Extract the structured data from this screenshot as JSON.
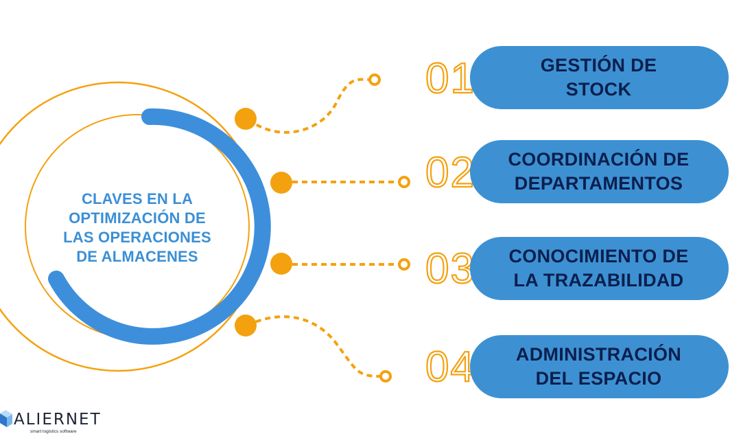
{
  "center": {
    "lines": [
      "CLAVES EN LA",
      "OPTIMIZACIÓN DE",
      "LAS OPERACIONES",
      "DE ALMACENES"
    ]
  },
  "items": [
    {
      "number": "01",
      "lines": [
        "GESTIÓN DE",
        "STOCK"
      ]
    },
    {
      "number": "02",
      "lines": [
        "COORDINACIÓN DE",
        "DEPARTAMENTOS"
      ]
    },
    {
      "number": "03",
      "lines": [
        "CONOCIMIENTO DE",
        "LA TRAZABILIDAD"
      ]
    },
    {
      "number": "04",
      "lines": [
        "ADMINISTRACIÓN",
        "DEL ESPACIO"
      ]
    }
  ],
  "logo": {
    "name": "ALIERNET",
    "tagline": "smart logistics software"
  },
  "colors": {
    "orange": "#f4a10f",
    "blue": "#3d91d2",
    "navy": "#0b1f4e",
    "center_text": "#3b8fd6"
  }
}
